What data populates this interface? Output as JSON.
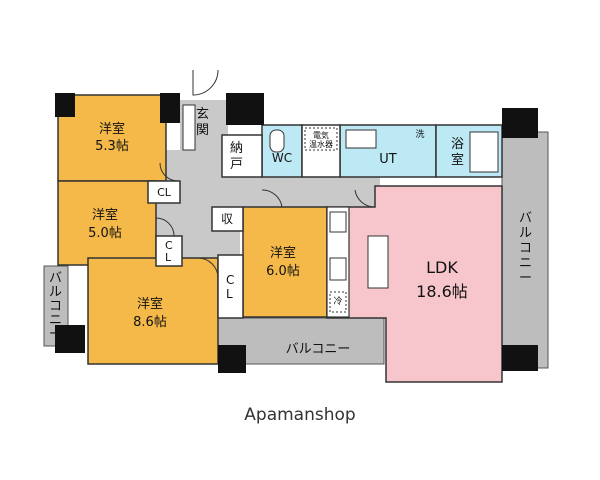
{
  "colors": {
    "bedroom": "#f5b94a",
    "ldk": "#f6c6cc",
    "wet": "#bde9f5",
    "corridor": "#c9c9c9",
    "balcony": "#bdbdbd",
    "wall": "#111111",
    "counter": "#ffffff"
  },
  "rooms": {
    "bedroom1": {
      "name": "洋室",
      "size": "5.3帖"
    },
    "bedroom2": {
      "name": "洋室",
      "size": "5.0帖"
    },
    "bedroom3": {
      "name": "洋室",
      "size": "8.6帖"
    },
    "bedroom4": {
      "name": "洋室",
      "size": "6.0帖"
    },
    "ldk": {
      "name": "LDK",
      "size": "18.6帖"
    }
  },
  "labels": {
    "genkan": "玄関",
    "nando": "納戸",
    "wc": "WC",
    "heater": [
      "電気",
      "温水器"
    ],
    "ut": "UT",
    "wash": "洗",
    "bath": "浴室",
    "storage": "収",
    "cl1": "CL",
    "cl2": "CL",
    "cl3": "CL",
    "fridge": "冷",
    "balcony_right": "バルコニー",
    "balcony_bottom": "バルコニー",
    "balcony_left": "バルコニー"
  },
  "brand": "Apamanshop"
}
